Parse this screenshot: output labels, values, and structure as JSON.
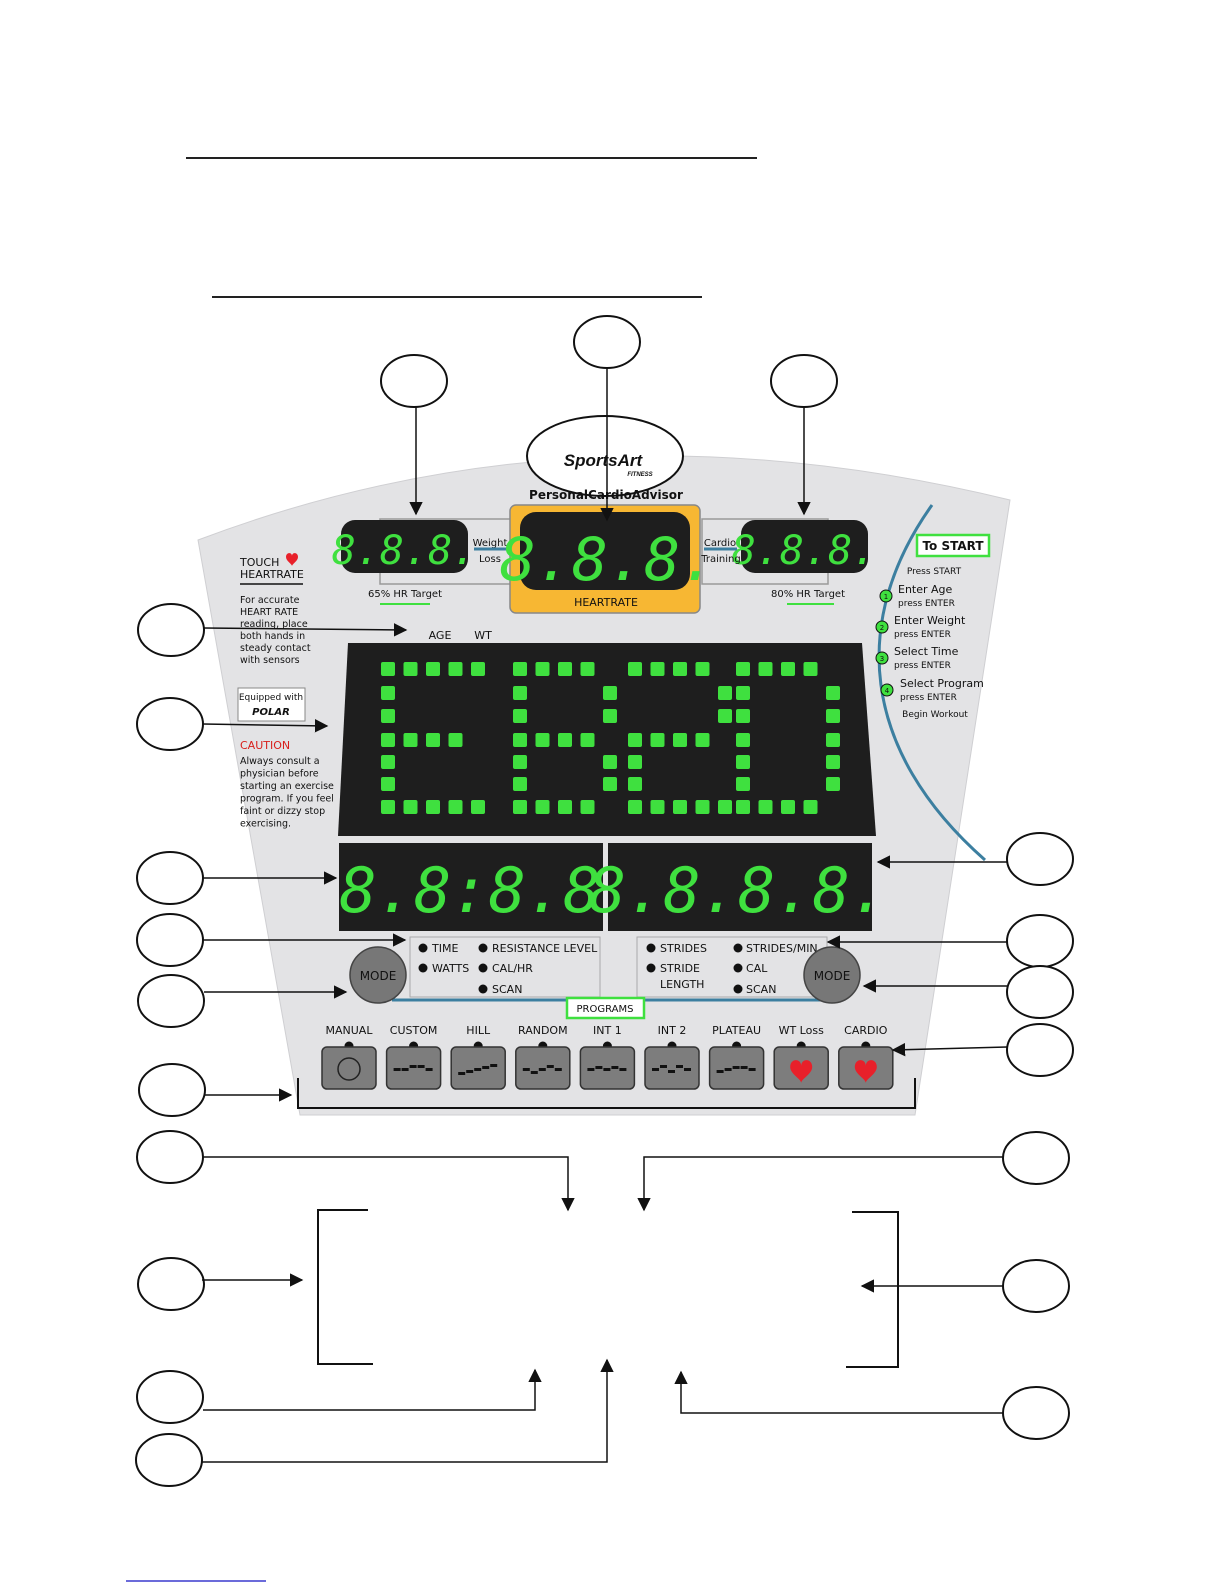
{
  "brand": {
    "logo": "SportsArt",
    "logo_sub": "FITNESS",
    "subtitle": "PersonalCardioAdvisor"
  },
  "displays": {
    "left_small_value": "8.8.8.",
    "center_value": "8.8.8.",
    "right_small_value": "8.8.8.",
    "heartrate_label": "HEARTRATE",
    "weight_loss_line1": "Weight",
    "weight_loss_line2": "Loss",
    "cardio_training_line1": "Cardio",
    "cardio_training_line2": "Training",
    "left_target": "65% HR Target",
    "right_target": "80% HR Target",
    "matrix_text": "EB20",
    "age_label": "AGE",
    "wt_label": "WT",
    "lower_left_value": "8.8:8.8",
    "lower_right_value": "8.8.8.8."
  },
  "left_panel": {
    "touch_line1": "TOUCH",
    "touch_line2": "HEARTRATE",
    "accurate_lines": [
      "For accurate",
      "HEART RATE",
      "reading, place",
      "both hands in",
      "steady contact",
      "with sensors"
    ],
    "equipped": "Equipped with",
    "polar": "POLAR",
    "caution": "CAUTION",
    "caution_lines": [
      "Always consult a",
      "physician before",
      "starting an exercise",
      "program.  If you feel",
      "faint or dizzy stop",
      "exercising."
    ]
  },
  "right_panel": {
    "to_start": "To START",
    "press_start": "Press  START",
    "steps": [
      {
        "num": "1",
        "title": "Enter Age",
        "sub": "press ENTER"
      },
      {
        "num": "2",
        "title": "Enter Weight",
        "sub": "press ENTER"
      },
      {
        "num": "3",
        "title": "Select Time",
        "sub": "press ENTER"
      },
      {
        "num": "4",
        "title": "Select Program",
        "sub": "press ENTER"
      }
    ],
    "begin": "Begin Workout"
  },
  "indicators_left": [
    "TIME",
    "RESISTANCE LEVEL",
    "WATTS",
    "CAL/HR",
    "SCAN"
  ],
  "indicators_right": [
    "STRIDES",
    "STRIDES/MIN",
    "STRIDE",
    "LENGTH",
    "CAL",
    "SCAN"
  ],
  "mode_label": "MODE",
  "programs_label": "PROGRAMS",
  "programs": [
    "MANUAL",
    "CUSTOM",
    "HILL",
    "RANDOM",
    "INT 1",
    "INT 2",
    "PLATEAU",
    "WT Loss",
    "CARDIO"
  ],
  "colors": {
    "led_green": "#3fe03f",
    "display_bg": "#1e1e1e",
    "console_bg": "#e3e3e5",
    "heartrate_orange": "#f7b733",
    "arc_blue": "#3c7fa0",
    "caution_red": "#d8201c",
    "heart_red": "#e8202a"
  }
}
